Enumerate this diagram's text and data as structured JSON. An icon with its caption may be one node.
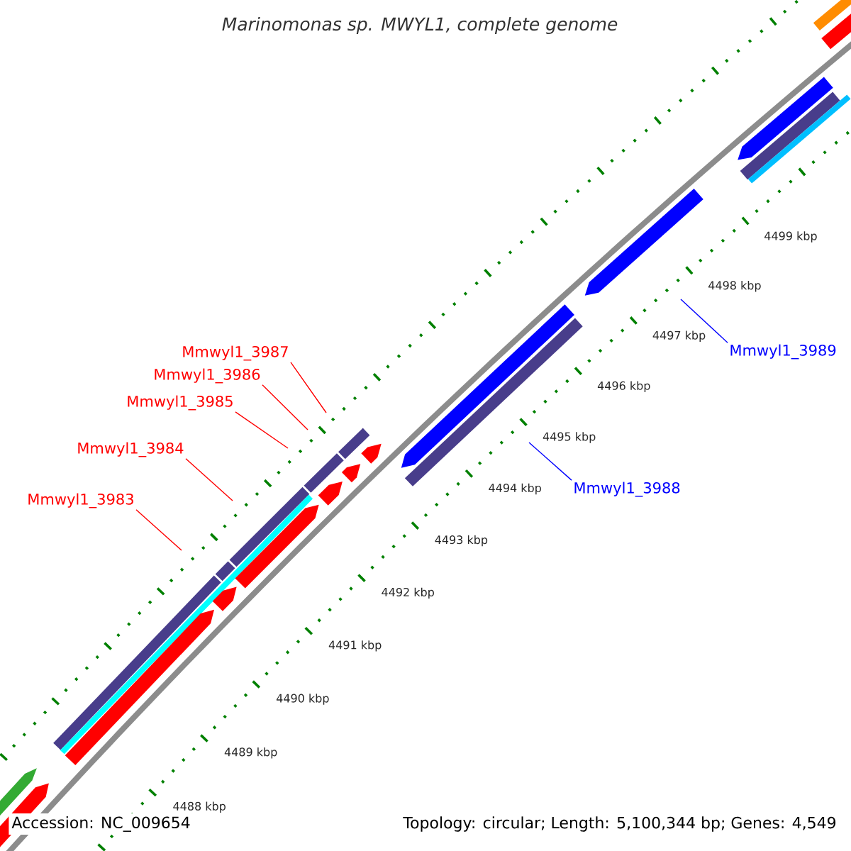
{
  "diagram": {
    "title": "Marinomonas sp. MWYL1, complete genome",
    "nodes": [
      {
        "text": [
          "Mmwyl1_3987"
        ]
      },
      {
        "text": [
          "Mmwyl1_3986"
        ]
      },
      {
        "text": [
          "Mmwyl1_3985"
        ]
      },
      {
        "text": [
          "Mmwyl1_3984"
        ]
      },
      {
        "text": [
          "Mmwyl1_3983"
        ]
      },
      {
        "text": [
          "Mmwyl1_3989"
        ]
      },
      {
        "text": [
          "Mmwyl1_3988"
        ]
      }
    ],
    "edges": [
      {
        "from": 0,
        "to": null,
        "arrow": "none"
      },
      {
        "from": 1,
        "to": null,
        "arrow": "none"
      },
      {
        "from": 2,
        "to": null,
        "arrow": "none"
      },
      {
        "from": 3,
        "to": null,
        "arrow": "none"
      },
      {
        "from": 4,
        "to": null,
        "arrow": "none"
      },
      {
        "from": 5,
        "to": null,
        "arrow": "none",
        "color": "#0000ff"
      },
      {
        "from": 6,
        "to": null,
        "arrow": "none",
        "color": "#0000ff"
      }
    ],
    "labels": [
      "4488 kbp",
      "4489 kbp",
      "4490 kbp",
      "4491 kbp",
      "4492 kbp",
      "4493 kbp",
      "4494 kbp",
      "4495 kbp",
      "4496 kbp",
      "4497 kbp",
      "4498 kbp",
      "4499 kbp",
      "Accession: NC_009654",
      "Topology: circular; Length: 5,100,344 bp; Genes: 4,549"
    ]
  }
}
